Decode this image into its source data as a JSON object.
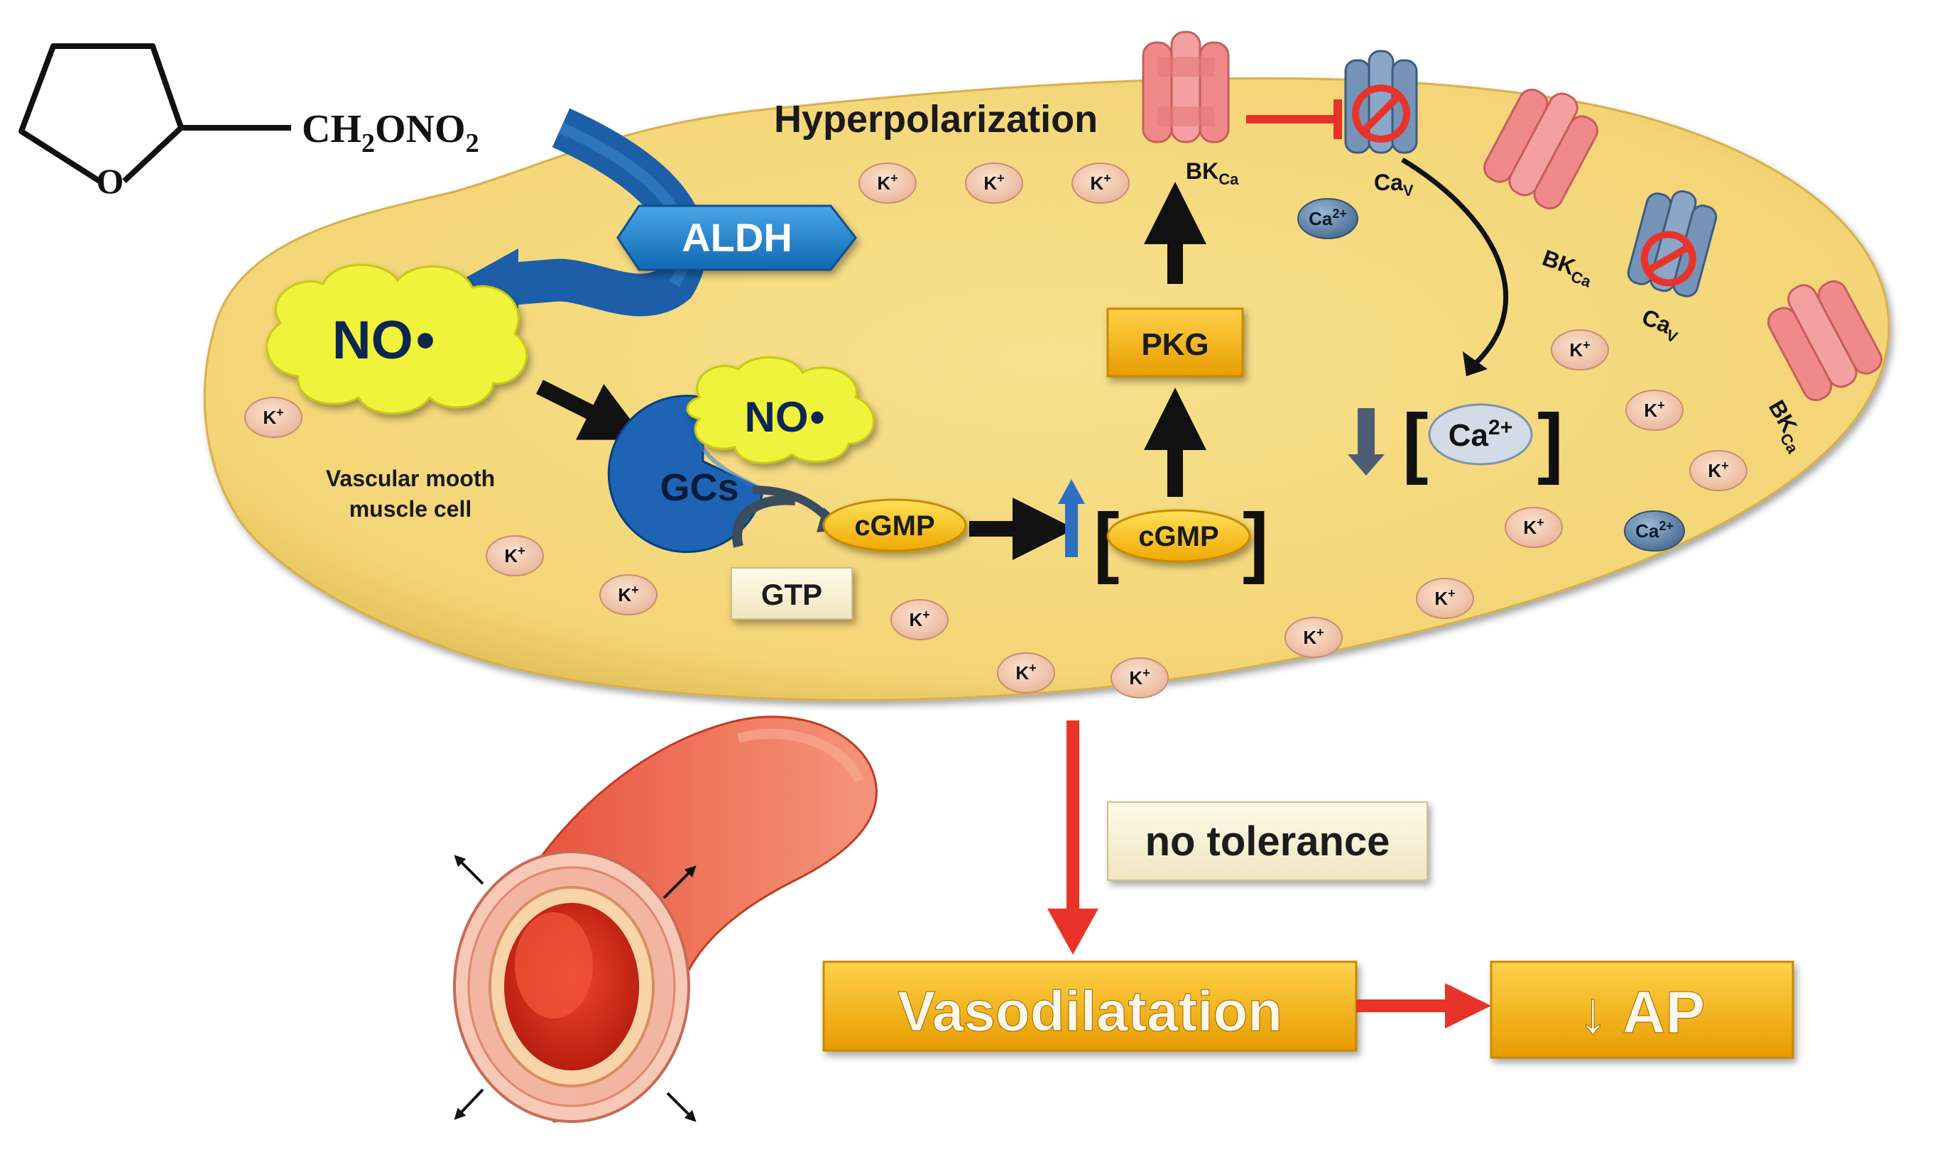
{
  "molecule": {
    "formula_prefix": "CH",
    "formula_sub1": "2",
    "formula_mid": "ONO",
    "formula_sub2": "2",
    "ring_atom": "O"
  },
  "enzyme": {
    "label": "ALDH"
  },
  "cell": {
    "label_line1": "Vascular mooth",
    "label_line2": "muscle cell"
  },
  "no_radical": {
    "label": "NO",
    "dot": "•"
  },
  "gcs": {
    "label": "GCs"
  },
  "gtp": {
    "label": "GTP"
  },
  "cgmp": {
    "label": "cGMP"
  },
  "pkg": {
    "label": "PKG"
  },
  "hyperpolarization": {
    "label": "Hyperpolarization"
  },
  "ions": {
    "k_base": "K",
    "k_sup": "+",
    "ca_base": "Ca",
    "ca_sup": "2+"
  },
  "channels": {
    "bk_base": "BK",
    "bk_sub": "Ca",
    "cav_base": "Ca",
    "cav_sub": "V"
  },
  "outcomes": {
    "no_tolerance": "no tolerance",
    "vasodilatation": "Vasodilatation",
    "ap": "↓ AP"
  },
  "colors": {
    "cell_fill": "#f5d77b",
    "no_cloud": "#eef03a",
    "aldh_blue": "#1f6fb8",
    "inhibit_red": "#e8332a",
    "pkg_gold": "#f5b400",
    "bk_pink": "#f08a8a",
    "cav_blue": "#6f8fb5"
  }
}
